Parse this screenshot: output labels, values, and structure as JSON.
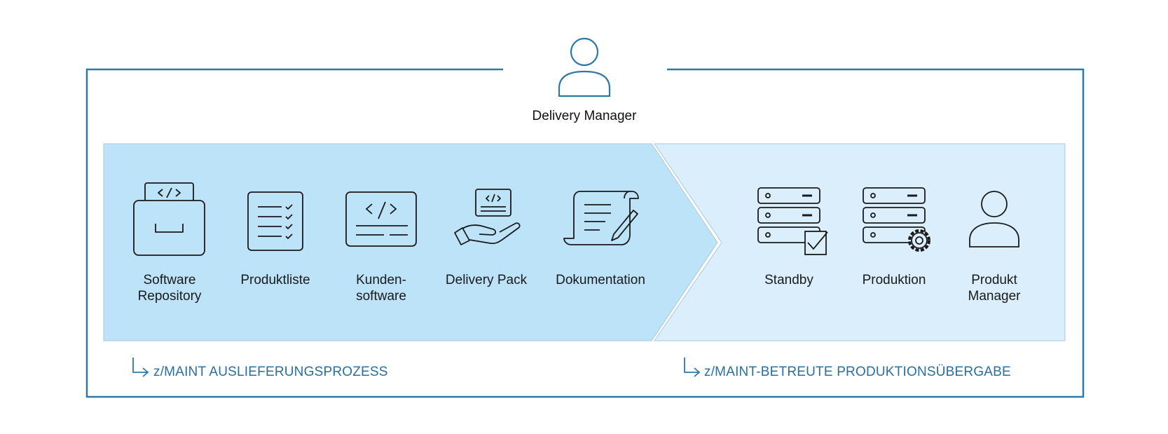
{
  "actor": {
    "label": "Delivery Manager"
  },
  "left_items": [
    {
      "icon": "software-repository-icon",
      "label": "Software\nRepository"
    },
    {
      "icon": "checklist-icon",
      "label": "Produktliste"
    },
    {
      "icon": "code-window-icon",
      "label": "Kunden-\nsoftware"
    },
    {
      "icon": "delivery-hand-icon",
      "label": "Delivery Pack"
    },
    {
      "icon": "document-scroll-icon",
      "label": "Dokumentation"
    }
  ],
  "right_items": [
    {
      "icon": "server-check-icon",
      "label": "Standby"
    },
    {
      "icon": "server-gear-icon",
      "label": "Produktion"
    },
    {
      "icon": "person-icon",
      "label": "Produkt\nManager"
    }
  ],
  "processes": {
    "left": "z/MAINT AUSLIEFERUNGSPROZESS",
    "right": "z/MAINT-BETREUTE PRODUKTIONSÜBERGABE"
  },
  "colors": {
    "frame": "#2e79a8",
    "left_band": "#bde3f8",
    "right_band": "#dbeefb",
    "process_text": "#2a6f9e",
    "icon_stroke": "#1a1a1a"
  }
}
